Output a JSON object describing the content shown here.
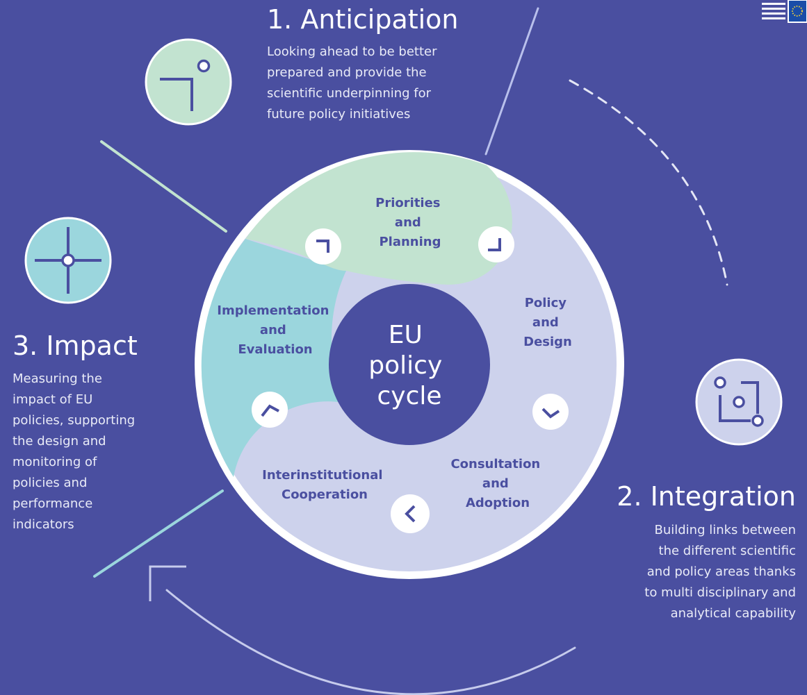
{
  "colors": {
    "background": "#4a4fa0",
    "green": "#c2e3d0",
    "teal": "#9bd6dd",
    "lavender": "#cdd2ec",
    "ink": "#4a4fa0",
    "white": "#ffffff"
  },
  "icons": {
    "anticipation": "corner-with-dot-icon",
    "impact": "crosshair-icon",
    "integration": "linked-circles-icon"
  },
  "stages": {
    "anticipation": {
      "title": "1. Anticipation",
      "lines": [
        "Looking ahead to be better",
        "prepared and provide the",
        "scientific underpinning for",
        "future policy initiatives"
      ]
    },
    "integration": {
      "title": "2. Integration",
      "lines": [
        "Building links between",
        "the different scientific",
        "and policy areas thanks",
        "to multi disciplinary and",
        "analytical capability"
      ]
    },
    "impact": {
      "title": "3. Impact",
      "lines": [
        "Measuring the",
        "impact of EU",
        "policies, supporting",
        "the design and",
        "monitoring of",
        "policies and",
        "performance",
        "indicators"
      ]
    }
  },
  "cycle": {
    "center": [
      "EU",
      "policy",
      "cycle"
    ],
    "segments": {
      "priorities": [
        "Priorities",
        "and",
        "Planning"
      ],
      "policy_design": [
        "Policy",
        "and",
        "Design"
      ],
      "consultation": [
        "Consultation",
        "and",
        "Adoption"
      ],
      "interinstitutional": [
        "Interinstitutional",
        "Cooperation"
      ],
      "implementation": [
        "Implementation",
        "and",
        "Evaluation"
      ]
    }
  }
}
